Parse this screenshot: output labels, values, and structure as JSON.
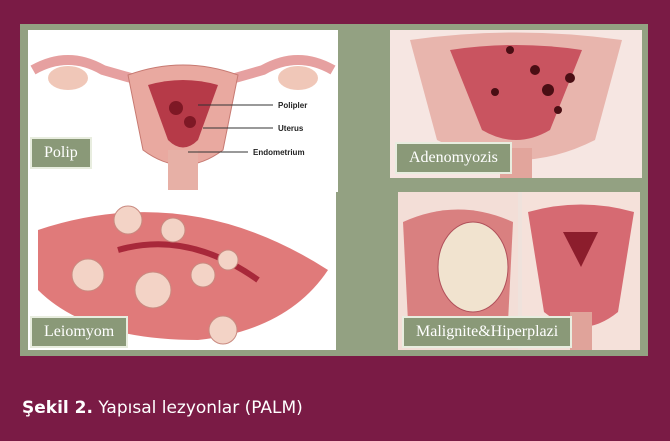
{
  "figure": {
    "caption_label": "Şekil 2.",
    "caption_text": "Yapısal lezyonlar (PALM)",
    "panels": {
      "polip": {
        "label": "Polip",
        "annotations": [
          "Polipler",
          "Uterus",
          "Endometrium"
        ]
      },
      "adenomyozis": {
        "label": "Adenomyozis"
      },
      "leiomyom": {
        "label": "Leiomyom"
      },
      "malignite": {
        "label": "Malignite&Hiperplazi"
      }
    }
  },
  "colors": {
    "background": "#7a1b45",
    "panel_frame": "#93a182",
    "label_fill": "#8a9978",
    "tissue": "#d46a6a",
    "tissue_dark": "#a8283a"
  }
}
